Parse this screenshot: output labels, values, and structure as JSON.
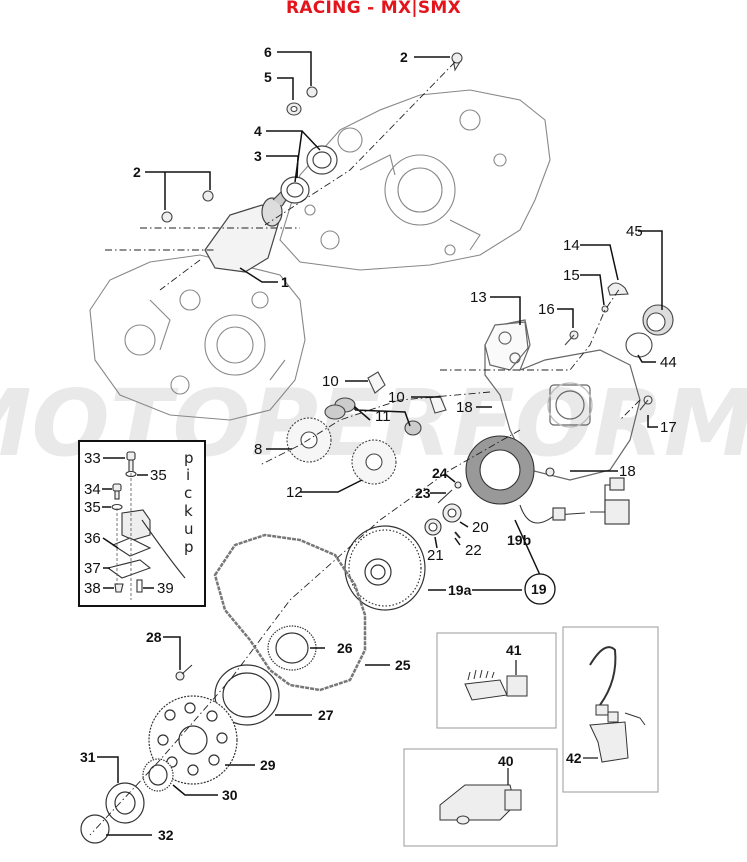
{
  "title": "RACING - MX|SMX",
  "watermark": "MOTOPERFORMANCE",
  "colors": {
    "title": "#e3141b",
    "line": "#111111",
    "part_stroke": "#777777",
    "watermark": "#d8d8d8"
  },
  "diagram": {
    "type": "exploded-parts-diagram",
    "subject": "Engine left side: starter motor, crankcase, ignition, flywheel, starter gears",
    "callouts": {
      "c1": "1",
      "c2a": "2",
      "c2b": "2",
      "c3": "3",
      "c4": "4",
      "c5": "5",
      "c6": "6",
      "c8": "8",
      "c10a": "10",
      "c10b": "10",
      "c11": "11",
      "c12": "12",
      "c13": "13",
      "c14": "14",
      "c15": "15",
      "c16": "16",
      "c17": "17",
      "c18a": "18",
      "c18b": "18",
      "c19": "19",
      "c19a": "19a",
      "c19b": "19b",
      "c20": "20",
      "c21": "21",
      "c22": "22",
      "c23": "23",
      "c24": "24",
      "c25": "25",
      "c26": "26",
      "c27": "27",
      "c28": "28",
      "c29": "29",
      "c30": "30",
      "c31": "31",
      "c32": "32",
      "c33": "33",
      "c34": "34",
      "c35a": "35",
      "c35b": "35",
      "c36": "36",
      "c37": "37",
      "c38": "38",
      "c39": "39",
      "c40": "40",
      "c41": "41",
      "c42": "42",
      "c44": "44",
      "c45": "45"
    },
    "pickup_box": {
      "label_letters": [
        "p",
        "i",
        "c",
        "k",
        "u",
        "p"
      ]
    }
  }
}
